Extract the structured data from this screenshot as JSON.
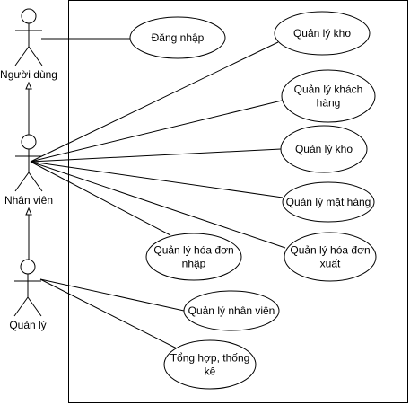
{
  "diagram": {
    "type": "use-case",
    "actors": [
      {
        "id": "nguoi-dung",
        "name": "Người dùng"
      },
      {
        "id": "nhan-vien",
        "name": "Nhân viên"
      },
      {
        "id": "quan-ly",
        "name": "Quản lý"
      }
    ],
    "generalizations": [
      {
        "from": "nhan-vien",
        "to": "nguoi-dung"
      },
      {
        "from": "quan-ly",
        "to": "nhan-vien"
      }
    ],
    "use_cases": [
      {
        "id": "dang-nhap",
        "lines": [
          "Đăng nhập"
        ]
      },
      {
        "id": "quan-ly-kho-1",
        "lines": [
          "Quản lý kho"
        ]
      },
      {
        "id": "quan-ly-khach-hang",
        "lines": [
          "Quản lý khách",
          "hàng"
        ]
      },
      {
        "id": "quan-ly-kho-2",
        "lines": [
          "Quản lý kho"
        ]
      },
      {
        "id": "quan-ly-mat-hang",
        "lines": [
          "Quản lý mặt hàng"
        ]
      },
      {
        "id": "quan-ly-hoa-don-xuat",
        "lines": [
          "Quản lý hóa đơn",
          "xuất"
        ]
      },
      {
        "id": "quan-ly-hoa-don-nhap",
        "lines": [
          "Quản lý hóa đơn",
          "nhập"
        ]
      },
      {
        "id": "quan-ly-nhan-vien",
        "lines": [
          "Quản lý nhân viên"
        ]
      },
      {
        "id": "tong-hop-thong-ke",
        "lines": [
          "Tổng hợp, thống",
          "kê"
        ]
      }
    ],
    "associations": [
      {
        "actor": "nguoi-dung",
        "use_case": "dang-nhap"
      },
      {
        "actor": "nhan-vien",
        "use_case": "quan-ly-kho-1"
      },
      {
        "actor": "nhan-vien",
        "use_case": "quan-ly-khach-hang"
      },
      {
        "actor": "nhan-vien",
        "use_case": "quan-ly-kho-2"
      },
      {
        "actor": "nhan-vien",
        "use_case": "quan-ly-mat-hang"
      },
      {
        "actor": "nhan-vien",
        "use_case": "quan-ly-hoa-don-xuat"
      },
      {
        "actor": "nhan-vien",
        "use_case": "quan-ly-hoa-don-nhap"
      },
      {
        "actor": "quan-ly",
        "use_case": "quan-ly-nhan-vien"
      },
      {
        "actor": "quan-ly",
        "use_case": "tong-hop-thong-ke"
      }
    ]
  }
}
